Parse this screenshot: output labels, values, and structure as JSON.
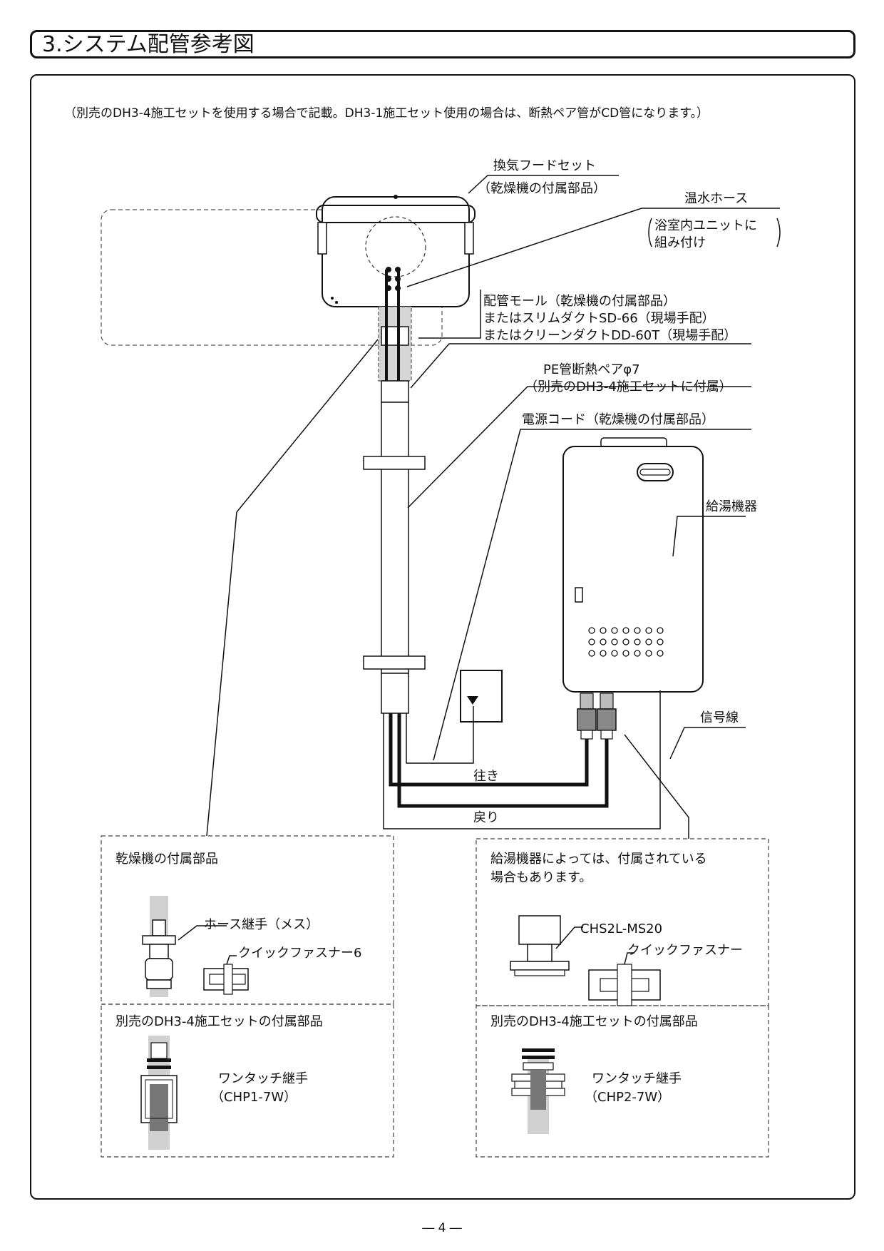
{
  "section_title": "3.システム配管参考図",
  "note": "（別売のDH3-4施工セットを使用する場合で記載。DH3-1施工セット使用の場合は、断熱ペア管がCD管になります。）",
  "labels": {
    "hood_title": "換気フードセット",
    "hood_sub": "（乾燥機の付属部品）",
    "hose_title": "温水ホース",
    "hose_sub1": "浴室内ユニットに",
    "hose_sub2": "組み付け",
    "mall_line1": "配管モール（乾燥機の付属部品）",
    "mall_line2": "またはスリムダクトSD-66（現場手配）",
    "mall_line3": "またはクリーンダクトDD-60T（現場手配）",
    "pe_line1": "PE管断熱ペアφ7",
    "pe_line2": "（別売のDH3-4施工セットに付属）",
    "power_cord": "電源コード（乾燥機の付属部品）",
    "heater": "給湯機器",
    "signal": "信号線",
    "outgoing": "往き",
    "return": "戻り"
  },
  "boxes": {
    "left_top_title": "乾燥機の付属部品",
    "hose_joint": "ホース継手（メス）",
    "quick_fastener_6": "クイックファスナー6",
    "left_bottom_title": "別売のDH3-4施工セットの付属部品",
    "one_touch_left1": "ワンタッチ継手",
    "one_touch_left2": "（CHP1-7W）",
    "right_top_title1": "給湯機器によっては、付属されている",
    "right_top_title2": "場合もあります。",
    "chs": "CHS2L-MS20",
    "quick_fastener": "クイックファスナー",
    "right_bottom_title": "別売のDH3-4施工セットの付属部品",
    "one_touch_right1": "ワンタッチ継手",
    "one_touch_right2": "（CHP2-7W）"
  },
  "page_number": "― 4 ―"
}
